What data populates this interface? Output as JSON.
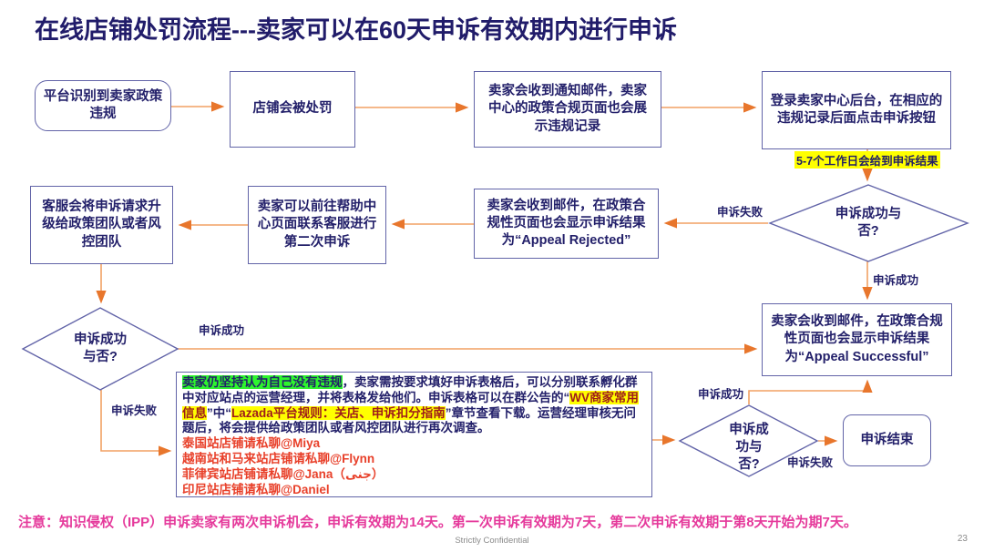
{
  "slide": {
    "title": "在线店铺处罚流程---卖家可以在60天申诉有效期内进行申诉",
    "note": "注意：知识侵权（IPP）申诉卖家有两次申诉机会，申诉有效期为14天。第一次申诉有效期为7天，第二次申诉有效期于第8天开始为期7天。",
    "footer": "Strictly Confidential",
    "page": "23"
  },
  "nodes": {
    "start": "平台识别到卖家政策违规",
    "punished": "店铺会被处罚",
    "notified": "卖家会收到通知邮件，卖家中心的政策合规页面也会展示违规记录",
    "login": "登录卖家中心后台，在相应的违规记录后面点击申诉按钮",
    "sla": "5-7个工作日会给到申诉结果",
    "decision1": "申诉成功与否?",
    "rejected": "卖家会收到邮件，在政策合规性页面也会显示申诉结果为“Appeal Rejected”",
    "second_appeal": "卖家可以前往帮助中心页面联系客服进行第二次申诉",
    "escalate": "客服会将申诉请求升级给政策团队或者风控团队",
    "decision2": "申诉成功与否?",
    "successful": "卖家会收到邮件，在政策合规性页面也会显示申诉结果为“Appeal Successful”",
    "decision3": "申诉成功与否?",
    "end": "申诉结束"
  },
  "edge_labels": {
    "d1_fail": "申诉失败",
    "d1_success": "申诉成功",
    "d2_success": "申诉成功",
    "d2_fail": "申诉失败",
    "d3_success": "申诉成功",
    "d3_fail": "申诉失败"
  },
  "detail_box": {
    "segments": [
      {
        "text": "卖家仍坚持认为自己没有违规",
        "style": "green"
      },
      {
        "text": "，卖家需按要求填好申诉表格后，可以分别联系孵化群中对应站点的运营经理，并将表格发给他们。申诉表格可以在群公告的“",
        "style": "plain"
      },
      {
        "text": "WV商家常用信息",
        "style": "yellow"
      },
      {
        "text": "”中“",
        "style": "plain"
      },
      {
        "text": "Lazada平台规则：关店、申诉扣分指南",
        "style": "yellow"
      },
      {
        "text": "”章节查看下载。运营经理审核无问题后，将会提供给政策团队或者风控团队进行再次调查。",
        "style": "plain"
      }
    ],
    "contacts": [
      "泰国站店铺请私聊@Miya",
      "越南站和马来站店铺请私聊@Flynn",
      "菲律宾站店铺请私聊@Jana（جنى）",
      "印尼站店铺请私聊@Daniel"
    ]
  },
  "colors": {
    "title": "#211C6A",
    "box_border": "#6264A8",
    "box_text": "#23206A",
    "arrow_line": "#F2A164",
    "arrow_head": "#E8762C",
    "green_highlight": "#2EF52E",
    "yellow_highlight": "#FFFF00",
    "highlight_red_text": "#9E1B1B",
    "contact_red": "#E8402A",
    "note_pink": "#E5399B"
  }
}
